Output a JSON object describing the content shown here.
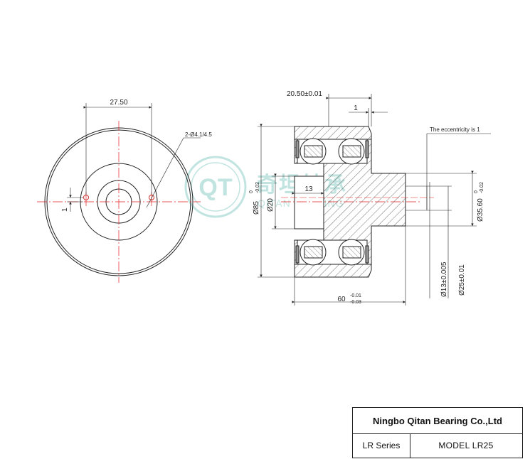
{
  "front_view": {
    "hole_spacing": "27.50",
    "holes_note": "2-Ø4.1/4.5",
    "offset_dim": "1"
  },
  "section_view": {
    "width_dim": "20.50±0.01",
    "shoulder_dim": "1",
    "eccentricity_note": "The eccentricity is 1",
    "inner_bore_len": "13",
    "outer_dia": "Ø85",
    "outer_dia_tol_upper": "0",
    "outer_dia_tol_lower": "-0.02",
    "bore_dia": "Ø20",
    "shaft_dia": "Ø35.60",
    "shaft_dia_tol_upper": "0",
    "shaft_dia_tol_lower": "-0.02",
    "small_shaft_dia": "Ø13±0.005",
    "mid_dia": "Ø25±0.01",
    "total_length": "60",
    "total_length_tol_upper": "-0.01",
    "total_length_tol_lower": "-0.03"
  },
  "watermark": {
    "logo_text": "QT",
    "chinese_name": "奇坦轴承",
    "english_name": "QITAN BEARING"
  },
  "title_block": {
    "company": "Ningbo Qitan Bearing Co.,Ltd",
    "series": "LR  Series",
    "model": "MODEL   LR25"
  },
  "colors": {
    "line": "#222222",
    "center_line": "#e02020",
    "watermark": "#8fcfc8"
  }
}
